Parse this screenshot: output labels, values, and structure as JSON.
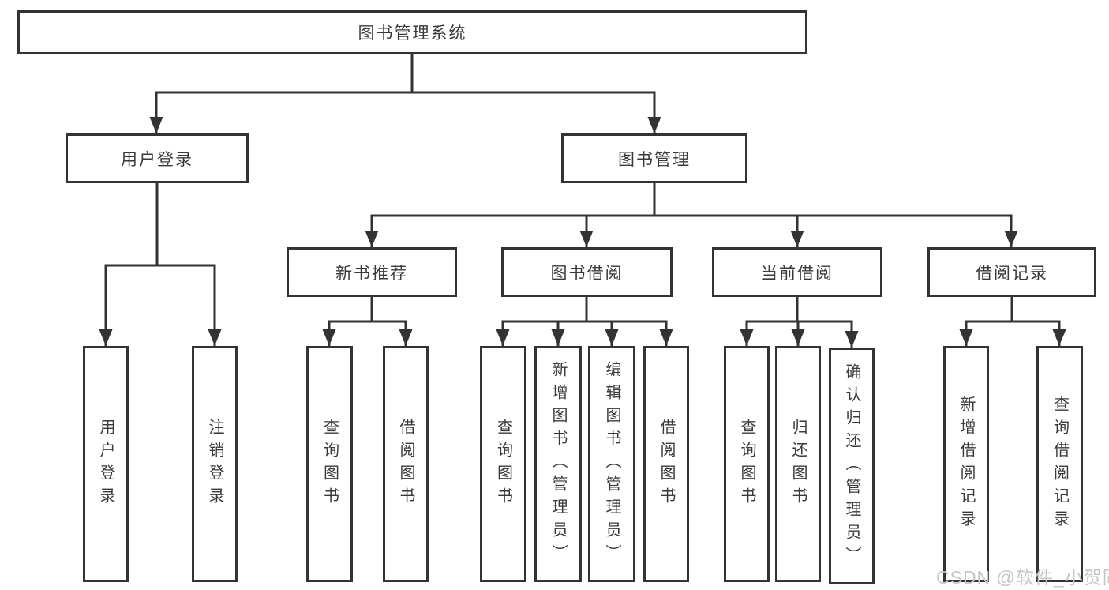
{
  "diagram": {
    "type": "hierarchy-tree",
    "colors": {
      "box_border": "#333333",
      "connector_line": "#333333",
      "text": "#3a3a3a",
      "watermark_text": "#c6c6c6",
      "background": "#ffffff"
    },
    "tree": {
      "root": {
        "id": "library-management-system",
        "label": "图书管理系统"
      },
      "level2": [
        {
          "id": "user-login",
          "parent": "library-management-system",
          "label": "用户登录"
        },
        {
          "id": "book-management",
          "parent": "library-management-system",
          "label": "图书管理"
        }
      ],
      "level3": [
        {
          "id": "new-book-recommendation",
          "parent": "book-management",
          "label": "新书推荐"
        },
        {
          "id": "book-borrowing",
          "parent": "book-management",
          "label": "图书借阅"
        },
        {
          "id": "current-borrowing",
          "parent": "book-management",
          "label": "当前借阅"
        },
        {
          "id": "borrowing-records",
          "parent": "book-management",
          "label": "借阅记录"
        }
      ],
      "level4": [
        {
          "id": "user-login-action",
          "parent": "user-login",
          "label": "用户登录"
        },
        {
          "id": "logout-action",
          "parent": "user-login",
          "label": "注销登录"
        },
        {
          "id": "query-books-recommend",
          "parent": "new-book-recommendation",
          "label": "查询图书"
        },
        {
          "id": "borrow-books-recommend",
          "parent": "new-book-recommendation",
          "label": "借阅图书"
        },
        {
          "id": "query-books-borrowing",
          "parent": "book-borrowing",
          "label": "查询图书"
        },
        {
          "id": "add-books-admin",
          "parent": "book-borrowing",
          "label": "新增图书（管理员）"
        },
        {
          "id": "edit-books-admin",
          "parent": "book-borrowing",
          "label": "编辑图书（管理员）"
        },
        {
          "id": "borrow-books-borrowing",
          "parent": "book-borrowing",
          "label": "借阅图书"
        },
        {
          "id": "query-books-current",
          "parent": "current-borrowing",
          "label": "查询图书"
        },
        {
          "id": "return-books",
          "parent": "current-borrowing",
          "label": "归还图书"
        },
        {
          "id": "confirm-return-admin",
          "parent": "current-borrowing",
          "label": "确认归还（管理员）"
        },
        {
          "id": "add-borrow-record",
          "parent": "borrowing-records",
          "label": "新增借阅记录"
        },
        {
          "id": "query-borrow-record",
          "parent": "borrowing-records",
          "label": "查询借阅记录"
        }
      ]
    }
  },
  "watermark": {
    "text": "CSDN @软件_小贺同学"
  }
}
